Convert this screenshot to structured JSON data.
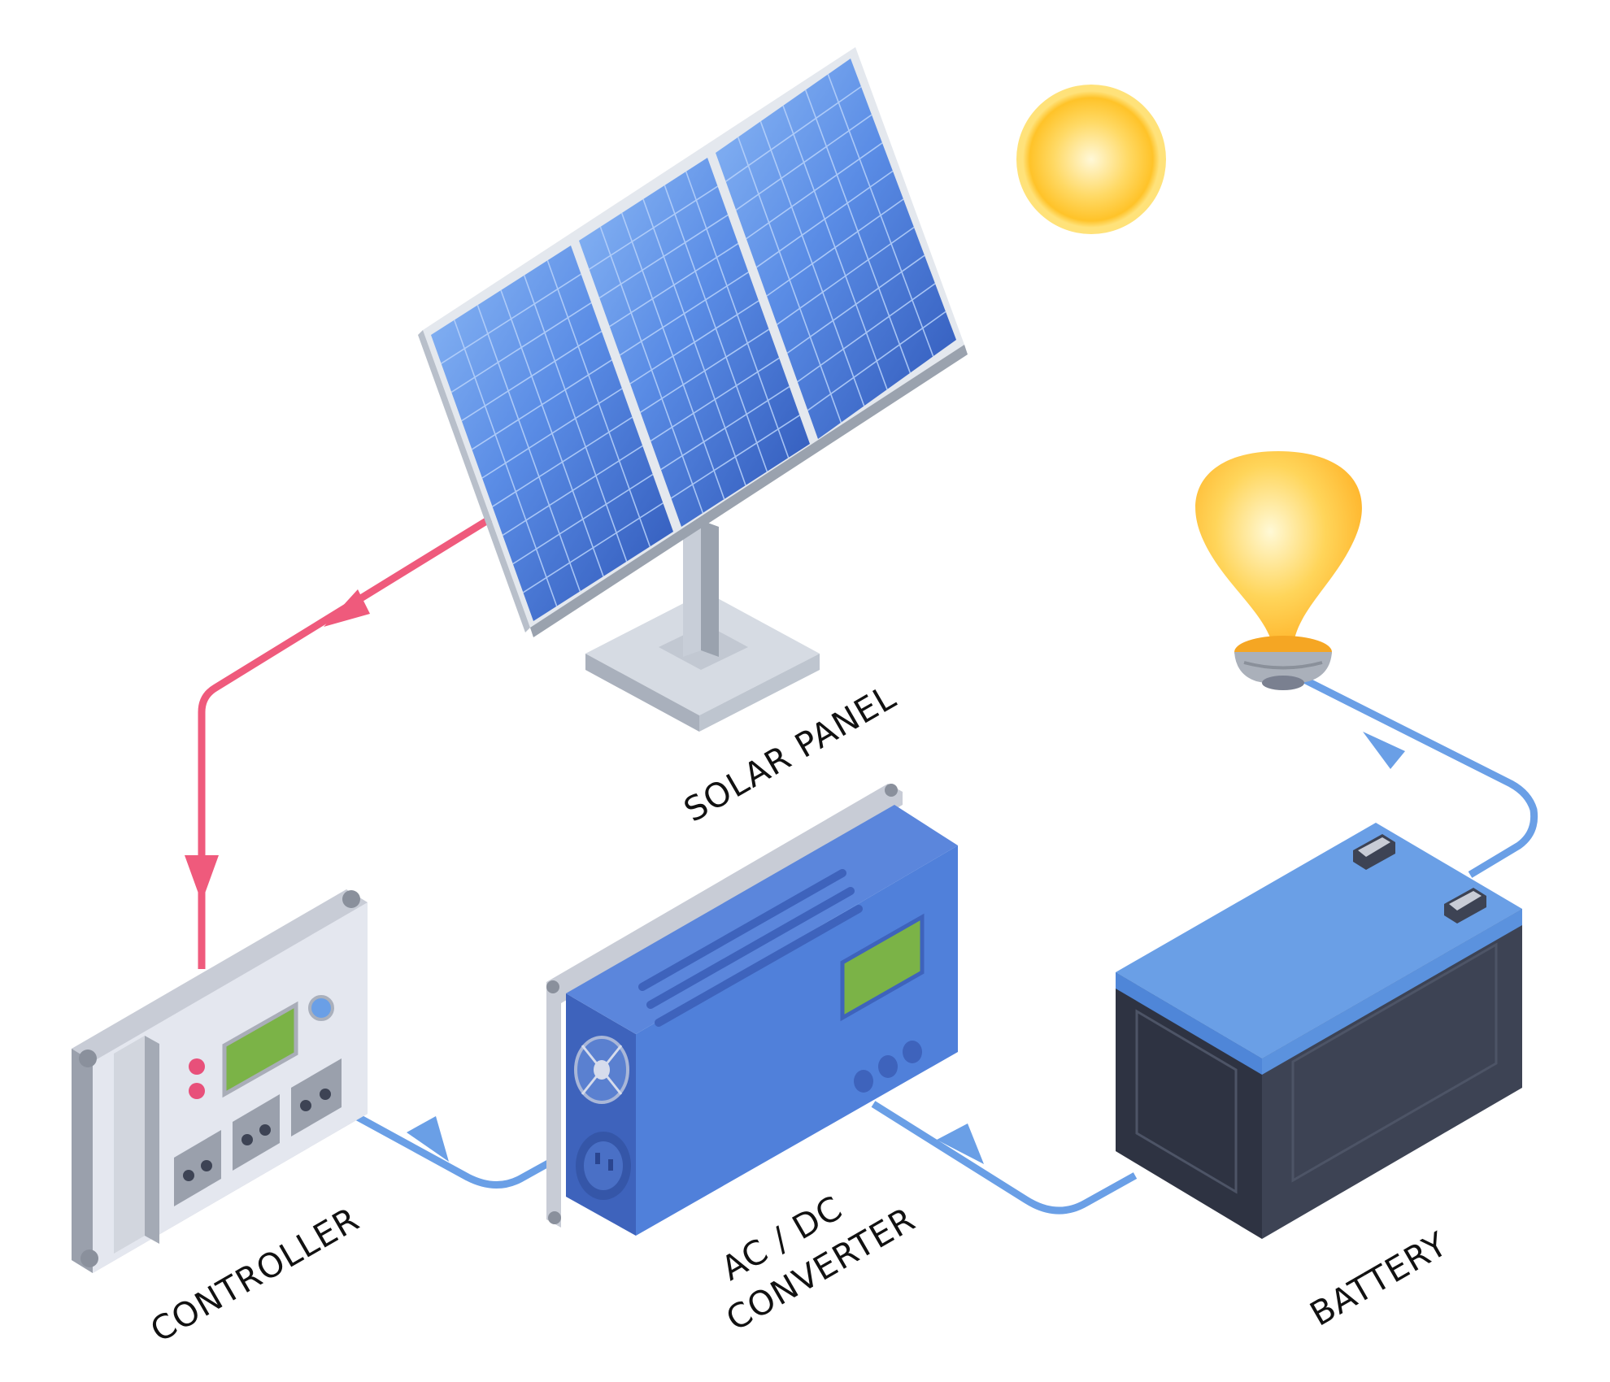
{
  "labels": {
    "solar_panel": "SOLAR PANEL",
    "controller": "CONTROLLER",
    "converter_line1": "AC / DC",
    "converter_line2": "CONVERTER",
    "battery": "BATTERY"
  },
  "colors": {
    "power_from_panel": "#ef5a7c",
    "power_flow": "#6a9fe6",
    "panel_cell": "#3d6fd1",
    "converter_body": "#5b86dc",
    "battery_body": "#3d4354",
    "battery_lid": "#6a9fe6",
    "display_screen": "#7bb347",
    "sun": "#ffd24a"
  }
}
